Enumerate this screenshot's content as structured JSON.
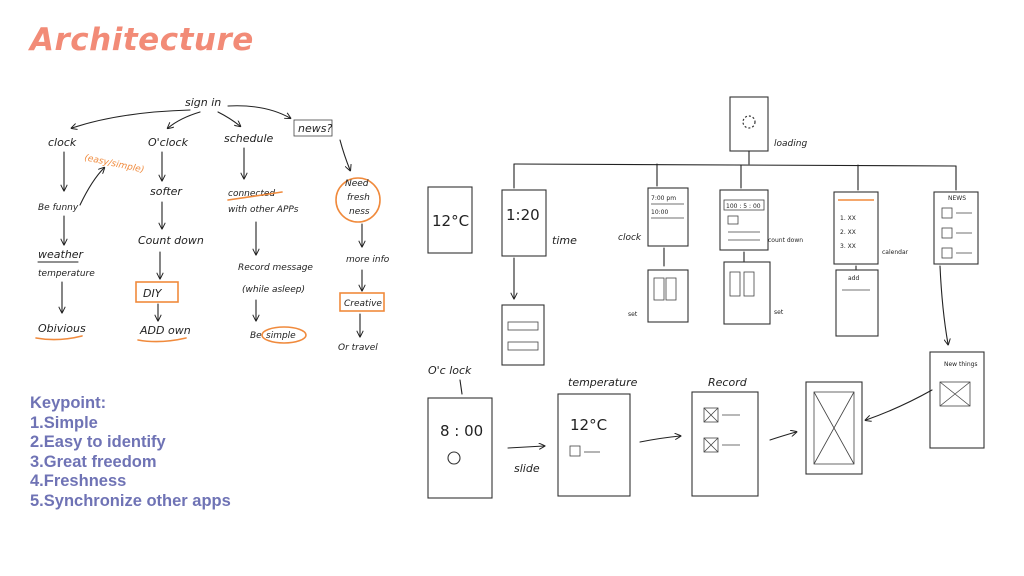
{
  "header": {
    "title": "Architecture"
  },
  "keypoints": {
    "heading": "Keypoint:",
    "items": [
      "1.Simple",
      "2.Easy to identify",
      "3.Great freedom",
      "4.Freshness",
      "5.Synchronize other apps"
    ]
  },
  "tree": {
    "root": "sign in",
    "clock": {
      "label": "clock",
      "note": "(easy/simple)",
      "step1": "Be funny",
      "step2": "weather",
      "step3": "temperature",
      "step4": "Obivious"
    },
    "oclock": {
      "label": "O'clock",
      "step1": "softer",
      "step2": "Count down",
      "step3": "DIY",
      "step4": "ADD own"
    },
    "schedule": {
      "label": "schedule",
      "step1a": "connected",
      "step1b": "with other APPs",
      "step2a": "Record message",
      "step2b": "(while asleep)",
      "step3a": "Be",
      "step3b": "simple"
    },
    "news": {
      "label": "news?",
      "step1a": "Need",
      "step1b": "fresh",
      "step1c": "ness",
      "step2": "more info",
      "step3": "Creative",
      "step4": "Or travel"
    }
  },
  "wireframe": {
    "loading": "loading",
    "temp_screen": "12°C",
    "time_screen": "1:20",
    "time_label": "time",
    "clock_label": "clock",
    "clock_items": [
      "7:00 pm",
      "10:00"
    ],
    "countdown_value": "100 : 5 : 00",
    "countdown_label": "count down",
    "set_label_1": "set",
    "set_label_2": "set",
    "calendar_items": [
      "1. XX",
      "2. XX",
      "3. XX"
    ],
    "calendar_label": "calendar",
    "add_label": "add",
    "news_label": "NEWS",
    "newthings_label": "New things",
    "oclock_title": "O'c lock",
    "oclock_time": "8 : 00",
    "slide_label": "slide",
    "temperature_title": "temperature",
    "temperature_value": "12°C",
    "record_title": "Record"
  },
  "colors": {
    "title": "#f28b77",
    "keypoint": "#6f73b5",
    "highlight": "#f08a3c",
    "ink": "#222222"
  }
}
